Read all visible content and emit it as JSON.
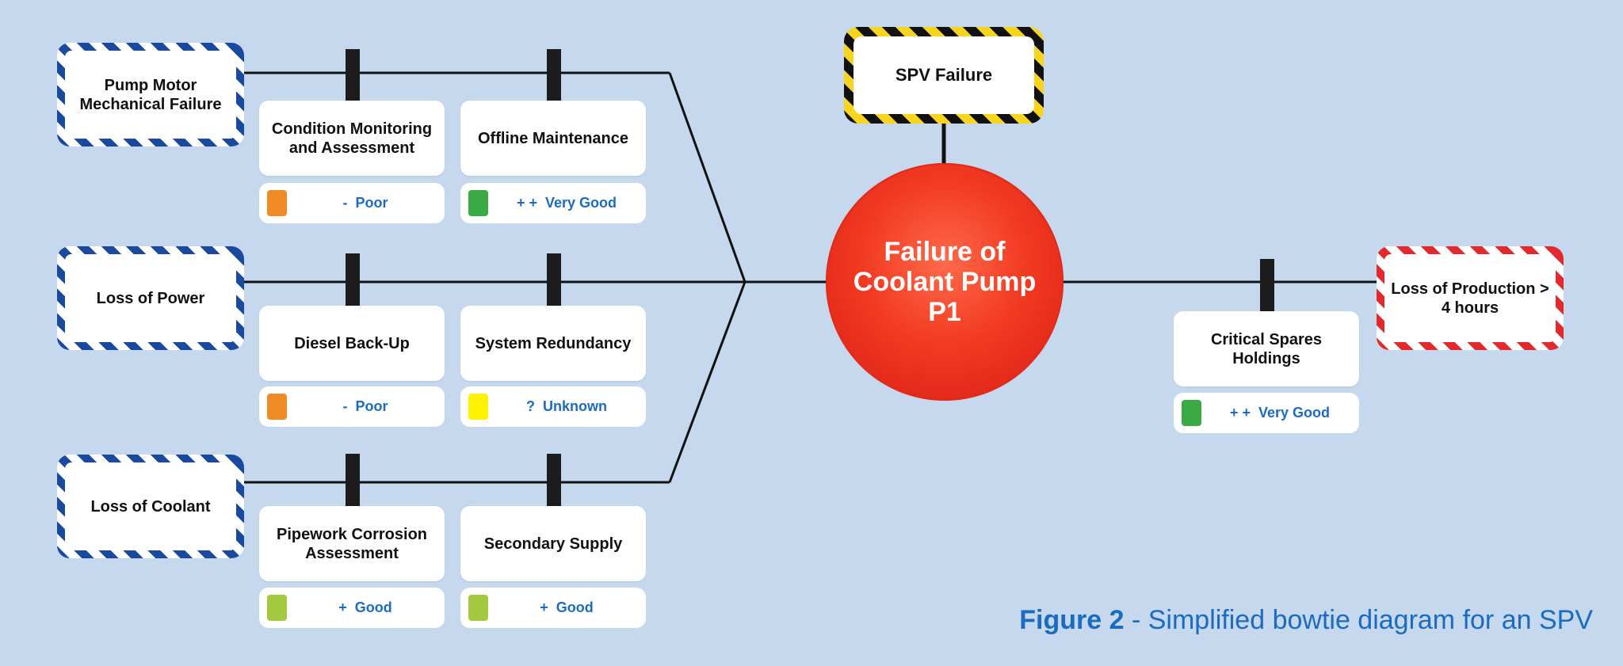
{
  "hazard": {
    "label": "SPV Failure"
  },
  "top_event": {
    "line1": "Failure of",
    "line2": "Coolant Pump",
    "line3": "P1"
  },
  "threats": [
    {
      "label": "Pump Motor Mechanical Failure"
    },
    {
      "label": "Loss of Power"
    },
    {
      "label": "Loss of Coolant"
    }
  ],
  "preventive_barriers": [
    [
      {
        "label": "Condition Monitoring and Assessment",
        "rating": "-  Poor",
        "color": "#f08a24"
      },
      {
        "label": "Offline Maintenance",
        "rating": "+ +  Very Good",
        "color": "#3aaa45"
      }
    ],
    [
      {
        "label": "Diesel Back-Up",
        "rating": "-  Poor",
        "color": "#f08a24"
      },
      {
        "label": "System Redundancy",
        "rating": "?  Unknown",
        "color": "#fff200"
      }
    ],
    [
      {
        "label": "Pipework Corrosion Assessment",
        "rating": "+  Good",
        "color": "#a3c941"
      },
      {
        "label": "Secondary Supply",
        "rating": "+  Good",
        "color": "#a3c941"
      }
    ]
  ],
  "mitigating_barrier": {
    "label": "Critical Spares Holdings",
    "rating": "+ +  Very Good",
    "color": "#3aaa45"
  },
  "consequence": {
    "label": "Loss of Production > 4 hours"
  },
  "caption": {
    "label": "Figure 2",
    "separator": " - ",
    "text": "Simplified bowtie diagram for an SPV"
  },
  "colors": {
    "background": "#c5d8ee",
    "threat_stripe": "#1a4aa0",
    "consequence_stripe": "#e4282e",
    "hazard_stripe_dark": "#111111",
    "hazard_stripe_light": "#f7d51c",
    "top_event": "#f23a22",
    "rating_text": "#1b6cc0"
  }
}
